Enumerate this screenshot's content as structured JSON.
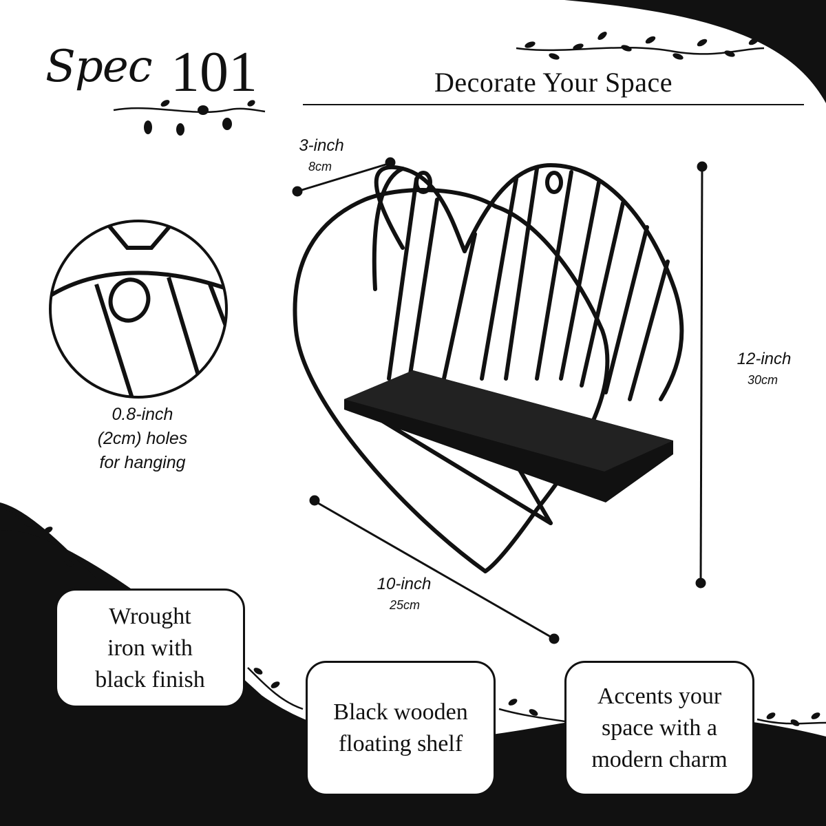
{
  "brand": {
    "script": "Spec",
    "number": "101"
  },
  "tagline": "Decorate Your Space",
  "dimensions": {
    "depth": {
      "label": "3-inch",
      "metric": "8cm"
    },
    "height": {
      "label": "12-inch",
      "metric": "30cm"
    },
    "width": {
      "label": "10-inch",
      "metric": "25cm"
    }
  },
  "detail_callout": {
    "line1": "0.8-inch",
    "line2": "(2cm) holes",
    "line3": "for hanging"
  },
  "features": [
    {
      "lines": [
        "Wrought",
        "iron with",
        "black finish"
      ]
    },
    {
      "lines": [
        "Black wooden",
        "floating shelf"
      ]
    },
    {
      "lines": [
        "Accents your",
        "space with a",
        "modern charm"
      ]
    }
  ],
  "colors": {
    "ink": "#111111",
    "background": "#ffffff"
  },
  "icons": [
    "vine-decoration-icon",
    "heart-shelf-illustration",
    "zoom-detail-icon"
  ]
}
